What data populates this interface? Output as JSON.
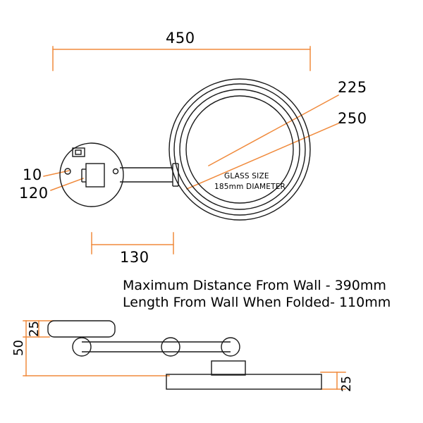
{
  "colors": {
    "outline": "#1a1a1a",
    "dimension": "#f08a3c",
    "background": "#ffffff"
  },
  "drawing": {
    "title": "Wall mounted magnifying mirror dimension drawing",
    "top_view": {
      "overall_width_label": "450",
      "mirror_outer_diameter_label": "250",
      "mirror_inner_diameter_label": "225",
      "wall_plate_depth_label": "130",
      "wall_plate_small_label": "10",
      "wall_plate_diameter_label": "120",
      "glass_note_line1": "GLASS SIZE",
      "glass_note_line2": "185mm DIAMETER"
    },
    "notes": [
      "Maximum Distance From Wall - 390mm",
      "Length From Wall When Folded- 110mm"
    ],
    "side_view": {
      "height_label": "50",
      "bracket_label": "25",
      "base_thickness_label": "25"
    }
  }
}
